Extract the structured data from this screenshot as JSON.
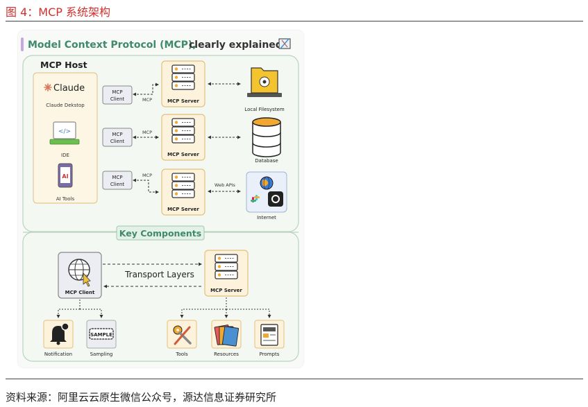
{
  "figure": {
    "title": "图 4：MCP 系统架构",
    "source": "资料来源：阿里云云原生微信公众号，源达信息证券研究所"
  },
  "diagram": {
    "header": {
      "title_main": "Model Context Protocol (MCP),",
      "title_tail": "clearly explained"
    },
    "host": {
      "label": "MCP Host",
      "apps": [
        {
          "name": "Claude",
          "sub": "Claude Dekstop",
          "icon": "claude-logo-icon"
        },
        {
          "name": "IDE",
          "icon": "laptop-code-icon"
        },
        {
          "name": "AI Tools",
          "icon": "phone-ai-icon"
        }
      ]
    },
    "rows": [
      {
        "client_line1": "MCP",
        "client_line2": "Client",
        "link_label": "MCP",
        "server_label": "MCP Server",
        "resource_label": "Local Filesystem",
        "resource_icon": "folder-icon",
        "resource_link_label": ""
      },
      {
        "client_line1": "MCP",
        "client_line2": "Client",
        "link_label": "MCP",
        "server_label": "MCP Server",
        "resource_label": "Database",
        "resource_icon": "database-icon",
        "resource_link_label": ""
      },
      {
        "client_line1": "MCP",
        "client_line2": "Client",
        "link_label": "MCP",
        "server_label": "MCP Server",
        "resource_label": "Internet",
        "resource_icon": "internet-icon",
        "resource_link_label": "Web APIs"
      }
    ],
    "key_components": {
      "title": "Key Components",
      "client_label": "MCP Client",
      "server_label": "MCP Server",
      "transport_label": "Transport Layers",
      "client_features": [
        {
          "label": "Notification",
          "icon": "bell-icon"
        },
        {
          "label": "Sampling",
          "icon": "sample-stamp-icon"
        }
      ],
      "server_features": [
        {
          "label": "Tools",
          "icon": "tools-icon"
        },
        {
          "label": "Resources",
          "icon": "folders-icon"
        },
        {
          "label": "Prompts",
          "icon": "prompt-doc-icon"
        }
      ]
    },
    "colors": {
      "accent_purple": "#c8a8e0",
      "server_fill": "#fdf3dc",
      "server_border": "#e3c07a",
      "host_fill": "#fdf6e4",
      "client_fill": "#ecedf2",
      "title_green": "#3f8a6b",
      "key_fill": "#e4f1e8",
      "figure_title_red": "#d0312d"
    }
  }
}
